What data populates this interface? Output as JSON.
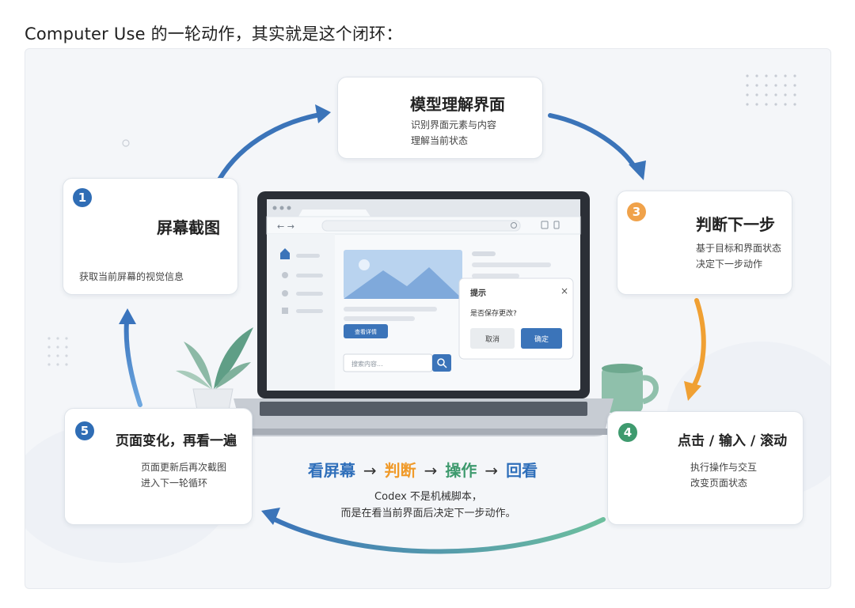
{
  "heading": "Computer Use 的一轮动作，其实就是这个闭环：",
  "steps": [
    {
      "number": "1",
      "title": "屏幕截图",
      "desc": [
        "获取当前屏幕的视觉信息"
      ]
    },
    {
      "number": "",
      "title": "模型理解界面",
      "desc": [
        "识别界面元素与内容",
        "理解当前状态"
      ]
    },
    {
      "number": "3",
      "title": "判断下一步",
      "desc": [
        "基于目标和界面状态",
        "决定下一步动作"
      ]
    },
    {
      "number": "4",
      "title": "点击 / 输入 / 滚动",
      "desc": [
        "执行操作与交互",
        "改变页面状态"
      ]
    },
    {
      "number": "5",
      "title": "页面变化，再看一遍",
      "desc": [
        "页面更新后再次截图",
        "进入下一轮循环"
      ]
    }
  ],
  "flow": {
    "items": [
      "看屏幕",
      "判断",
      "操作",
      "回看"
    ],
    "arrow": "→"
  },
  "note": [
    "Codex 不是机械脚本，",
    "而是在看当前界面后决定下一步动作。"
  ],
  "screen": {
    "dialog_title": "提示",
    "dialog_message": "是否保存更改?",
    "cancel_label": "取消",
    "confirm_label": "确定",
    "close_glyph": "×",
    "details_button": "查看详情",
    "search_placeholder": "搜索内容..."
  },
  "colors": {
    "blue": "#3b7ccc",
    "teal": "#4aa58a",
    "orange": "#f0a24a",
    "green": "#4c9b7b",
    "flow_blue": "#2f6fba",
    "flow_orange": "#f09a2a",
    "flow_green": "#3e9a6e"
  }
}
